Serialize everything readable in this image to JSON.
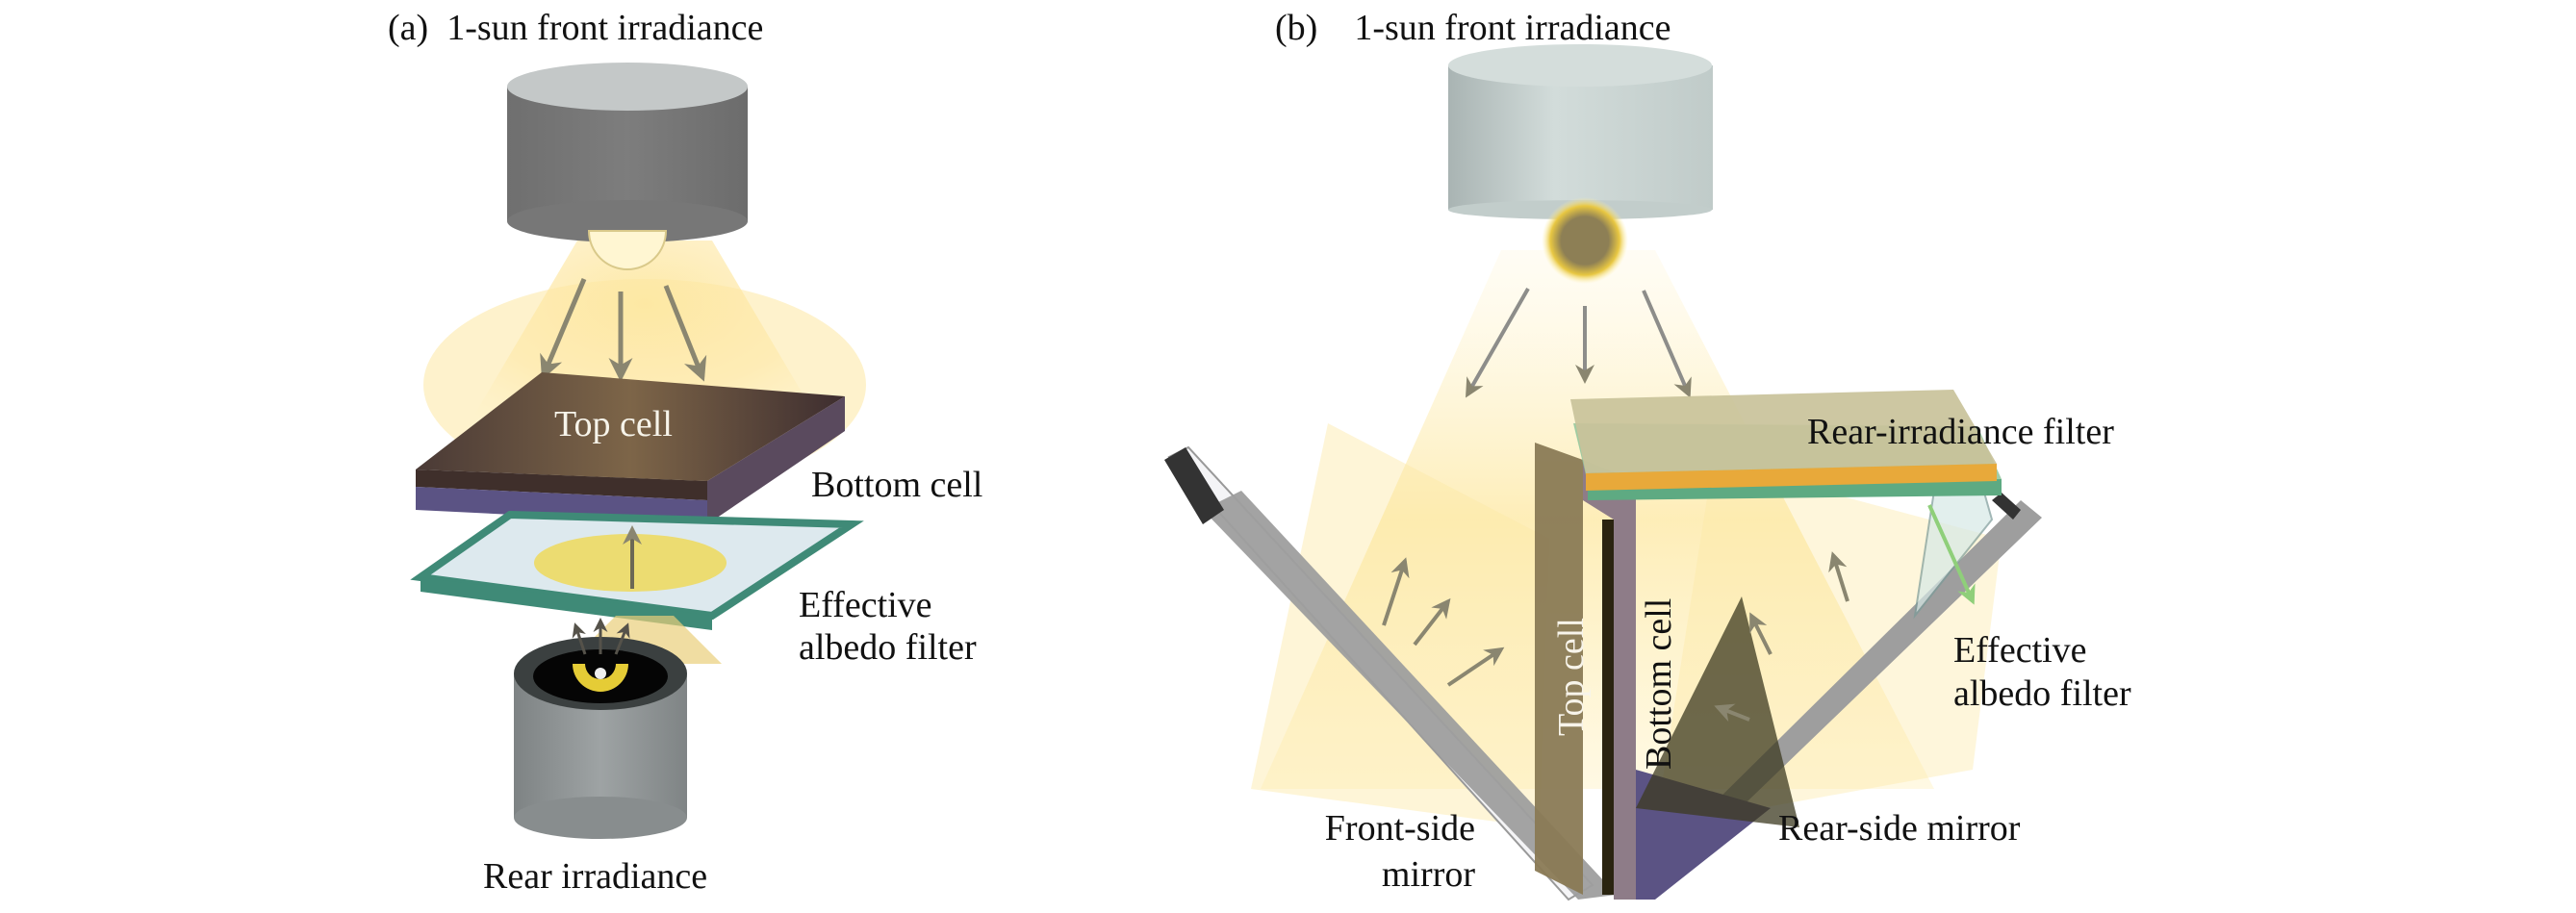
{
  "figure": {
    "panels": [
      {
        "id": "a",
        "tag": "(a)",
        "title": "1-sun front irradiance",
        "labels": {
          "top_cell": "Top cell",
          "bottom_cell": "Bottom cell",
          "filter_line1": "Effective",
          "filter_line2": "albedo filter",
          "rear": "Rear irradiance"
        }
      },
      {
        "id": "b",
        "tag": "(b)",
        "title": "1-sun front irradiance",
        "labels": {
          "rear_filter": "Rear-irradiance filter",
          "filter_line1": "Effective",
          "filter_line2": "albedo filter",
          "top_cell": "Top cell",
          "bottom_cell": "Bottom cell",
          "front_mirror_line1": "Front-side",
          "front_mirror_line2": "mirror",
          "rear_mirror": "Rear-side mirror"
        }
      }
    ],
    "colors": {
      "lamp_a": "#7a7a7a",
      "lamp_a_top": "#c4c8c8",
      "lamp_b": "#c9d3d1",
      "light": "#fde59a",
      "top_cell": "#5e4a3c",
      "bottom_cell": "#5b5384",
      "filter_green": "#3f8a77",
      "filter_glass": "#dde9ee",
      "albedo_spot": "#efd95a",
      "arrow": "#8a8670",
      "arrow_green": "#8fcf7a",
      "mirror": "#9e9e9e",
      "mirror_cap": "#333333",
      "rear_filter_orange": "#e8a93a",
      "rear_filter_top": "#c9c29a"
    }
  }
}
